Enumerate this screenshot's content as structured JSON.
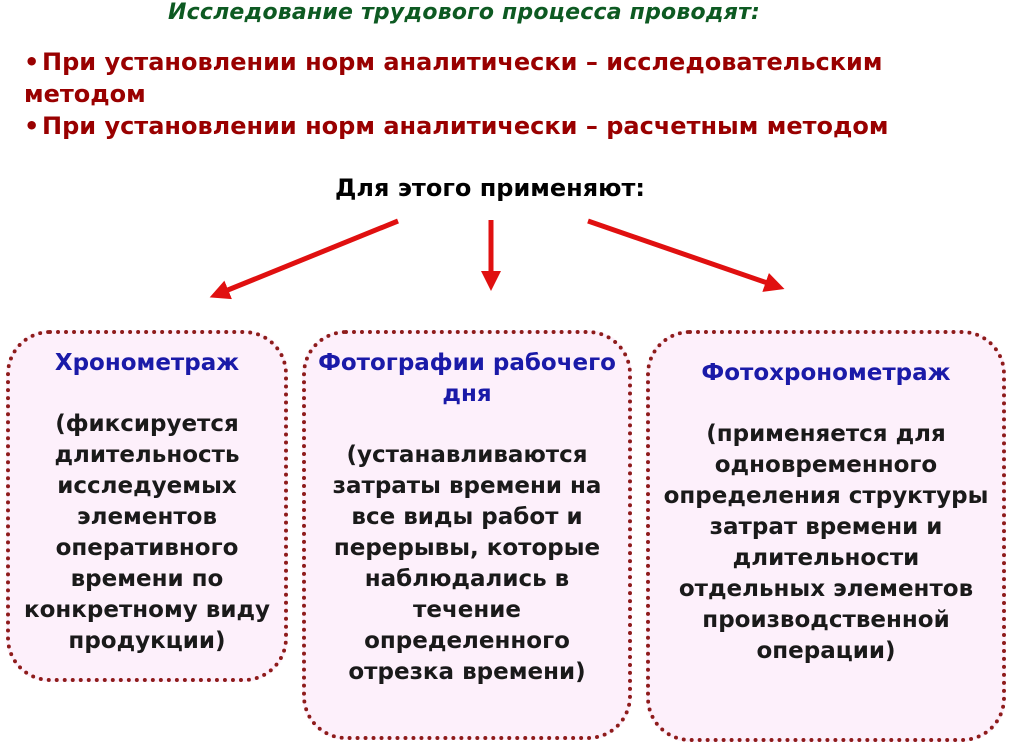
{
  "heading": "Исследование трудового процесса проводят:",
  "bullets": [
    "При установлении норм аналитически – исследовательским методом",
    "При установлении норм аналитически – расчетным методом"
  ],
  "bullet_symbol": "•",
  "apply_label": "Для этого применяют:",
  "boxes": [
    {
      "title": "Хронометраж",
      "description": "(фиксируется длительность исследуемых элементов оперативного времени по конкретному виду продукции)"
    },
    {
      "title": "Фотографии рабочего дня",
      "description": "(устанавливаются затраты времени на все виды работ и перерывы, которые наблюдались в течение определенного отрезка времени)"
    },
    {
      "title": "Фотохронометраж",
      "description": "(применяется для одновременного определения структуры затрат времени и длительности отдельных элементов производственной операции)"
    }
  ],
  "colors": {
    "heading": "#0d5a22",
    "bullets": "#990000",
    "arrows": "#e01010",
    "box_border": "#8e1b1b",
    "box_fill": "#fdf0fb",
    "box_title": "#1a1aa8"
  }
}
